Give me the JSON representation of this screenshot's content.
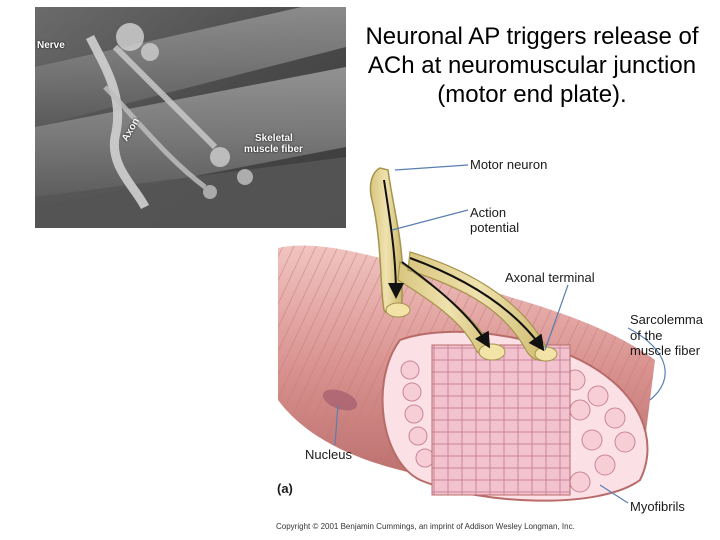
{
  "title": "Neuronal AP triggers release of ACh at neuromuscular junction (motor end plate).",
  "micrograph": {
    "labels": {
      "nerve": "Nerve",
      "axon": "Axon",
      "skeletal": "Skeletal",
      "muscle_fiber": "muscle fiber"
    }
  },
  "diagram": {
    "labels": {
      "motor_neuron": "Motor neuron",
      "action": "Action",
      "potential": "potential",
      "axonal_terminal": "Axonal terminal",
      "sarcolemma_1": "Sarcolemma",
      "sarcolemma_2": "of the",
      "sarcolemma_3": "muscle fiber",
      "nucleus": "Nucleus",
      "panel": "(a)",
      "myofibrils": "Myofibrils"
    }
  },
  "copyright": "Copyright © 2001 Benjamin Cummings, an imprint of Addison Wesley Longman, Inc.",
  "colors": {
    "muscle": "#d9928f",
    "muscle_light": "#f0c4c0",
    "nerve": "#e6d79a",
    "cross_section": "#f7cdd6"
  }
}
